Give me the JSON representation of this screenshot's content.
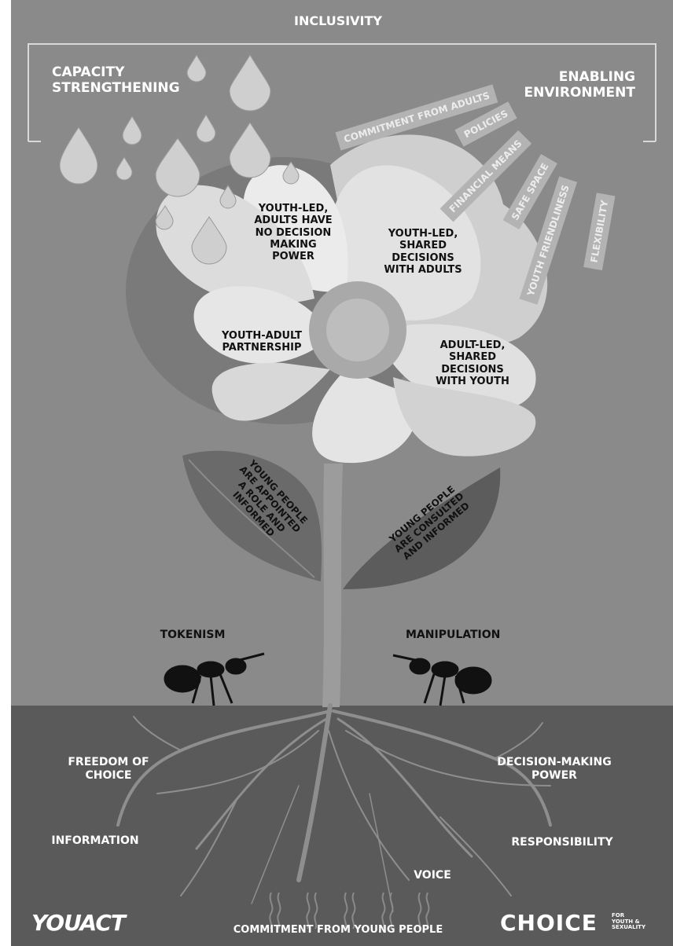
{
  "header": {
    "title": "INCLUSIVITY"
  },
  "frame": {
    "left_label": "CAPACITY\nSTRENGTHENING",
    "right_label": "ENABLING\nENVIRONMENT"
  },
  "environment_tags": [
    "COMMITMENT FROM ADULTS",
    "POLICIES",
    "FINANCIAL MEANS",
    "SAFE SPACE",
    "YOUTH FRIENDLINESS",
    "FLEXIBILITY"
  ],
  "petals": {
    "top_left": "YOUTH-LED,\nADULTS HAVE\nNO DECISION\nMAKING\nPOWER",
    "top_right": "YOUTH-LED,\nSHARED\nDECISIONS\nWITH ADULTS",
    "left": "YOUTH-ADULT\nPARTNERSHIP",
    "right": "ADULT-LED,\nSHARED\nDECISIONS\nWITH YOUTH"
  },
  "leaves": {
    "left": "YOUNG PEOPLE\nARE APPOINTED\nA ROLE AND\nINFORMED",
    "right": "YOUNG PEOPLE\nARE CONSULTED\nAND INFORMED"
  },
  "ants": {
    "left": "TOKENISM",
    "right": "MANIPULATION"
  },
  "roots": {
    "freedom": "FREEDOM OF\nCHOICE",
    "decision": "DECISION-MAKING\nPOWER",
    "information": "INFORMATION",
    "responsibility": "RESPONSIBILITY",
    "voice": "VOICE",
    "commitment": "COMMITMENT FROM YOUNG PEOPLE"
  },
  "logos": {
    "left": "YOUACT",
    "right": "CHOICE",
    "right_small": "FOR\nYOUTH &\nSEXUALITY"
  }
}
